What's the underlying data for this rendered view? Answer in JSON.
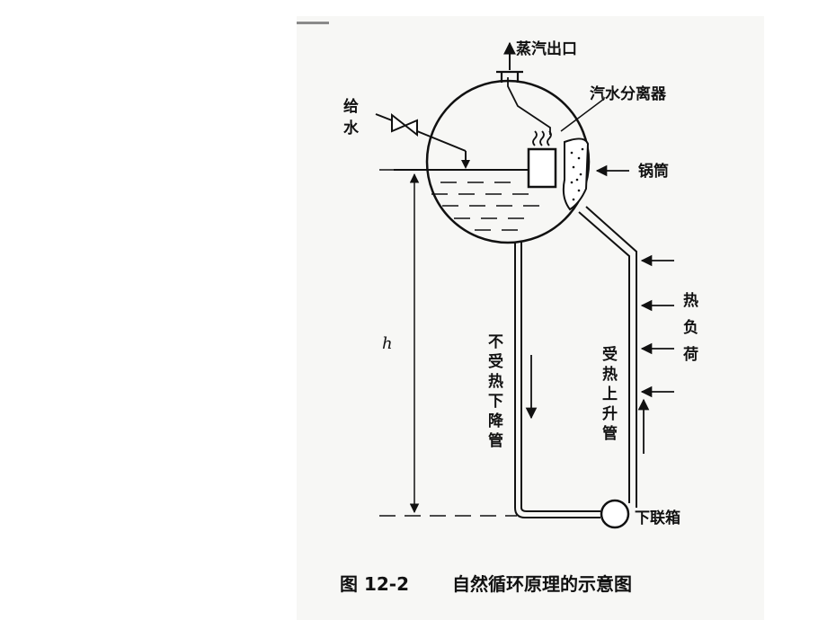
{
  "labels": {
    "steam_outlet": "蒸汽出口",
    "feed_water_line1": "给",
    "feed_water_line2": "水",
    "separator": "汽水分离器",
    "drum": "锅筒",
    "heat_load": [
      "热",
      "负",
      "荷"
    ],
    "downcomer": [
      "不",
      "受",
      "热",
      "下",
      "降",
      "管"
    ],
    "riser": [
      "受",
      "热",
      "上",
      "升",
      "管"
    ],
    "header": "下联箱",
    "height": "h"
  },
  "caption": {
    "figure_number": "图 12-2",
    "title": "自然循环原理的示意图"
  }
}
